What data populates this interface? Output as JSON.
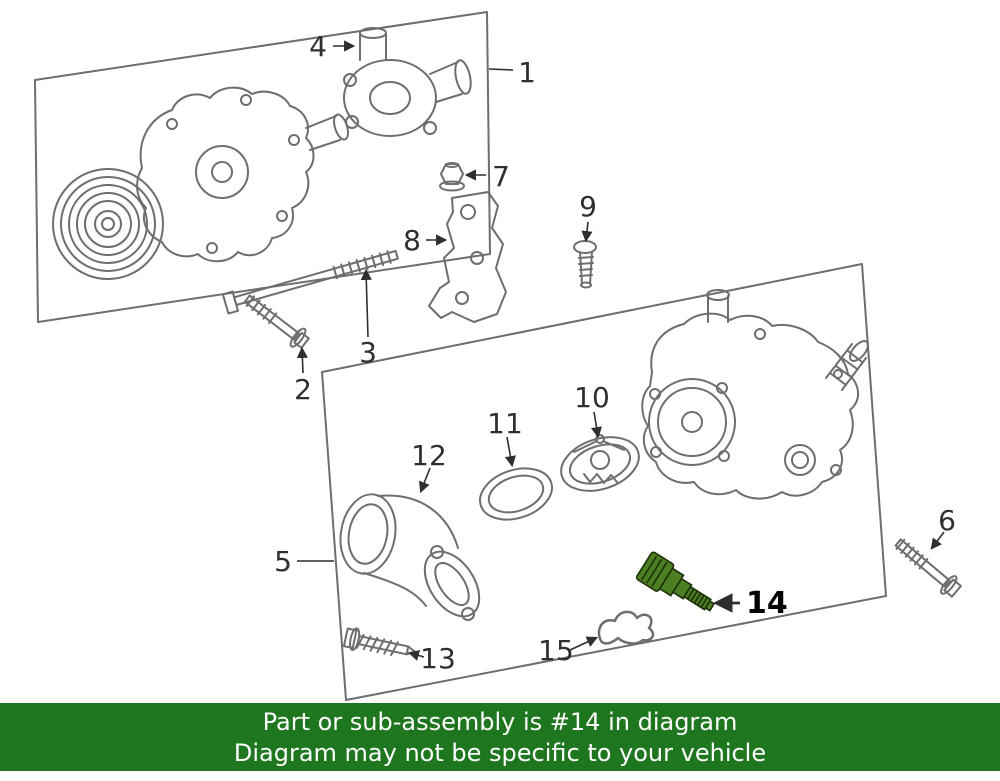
{
  "diagram": {
    "callouts": [
      {
        "label": "1"
      },
      {
        "label": "2"
      },
      {
        "label": "3"
      },
      {
        "label": "4"
      },
      {
        "label": "5"
      },
      {
        "label": "6"
      },
      {
        "label": "7"
      },
      {
        "label": "8"
      },
      {
        "label": "9"
      },
      {
        "label": "10"
      },
      {
        "label": "11"
      },
      {
        "label": "12"
      },
      {
        "label": "13"
      },
      {
        "label": "14"
      },
      {
        "label": "15"
      }
    ],
    "highlighted_callout": "14"
  },
  "banner": {
    "line1": "Part or sub-assembly is #14 in diagram",
    "line2": "Diagram may not be specific to your vehicle"
  },
  "colors": {
    "banner_background": "#1e771e",
    "banner_text": "#ffffff",
    "line_art": "#6e6e6e",
    "callout_text": "#2f2f2f",
    "highlight_fill": "#4c7e22",
    "highlight_stroke": "#1c3008"
  }
}
